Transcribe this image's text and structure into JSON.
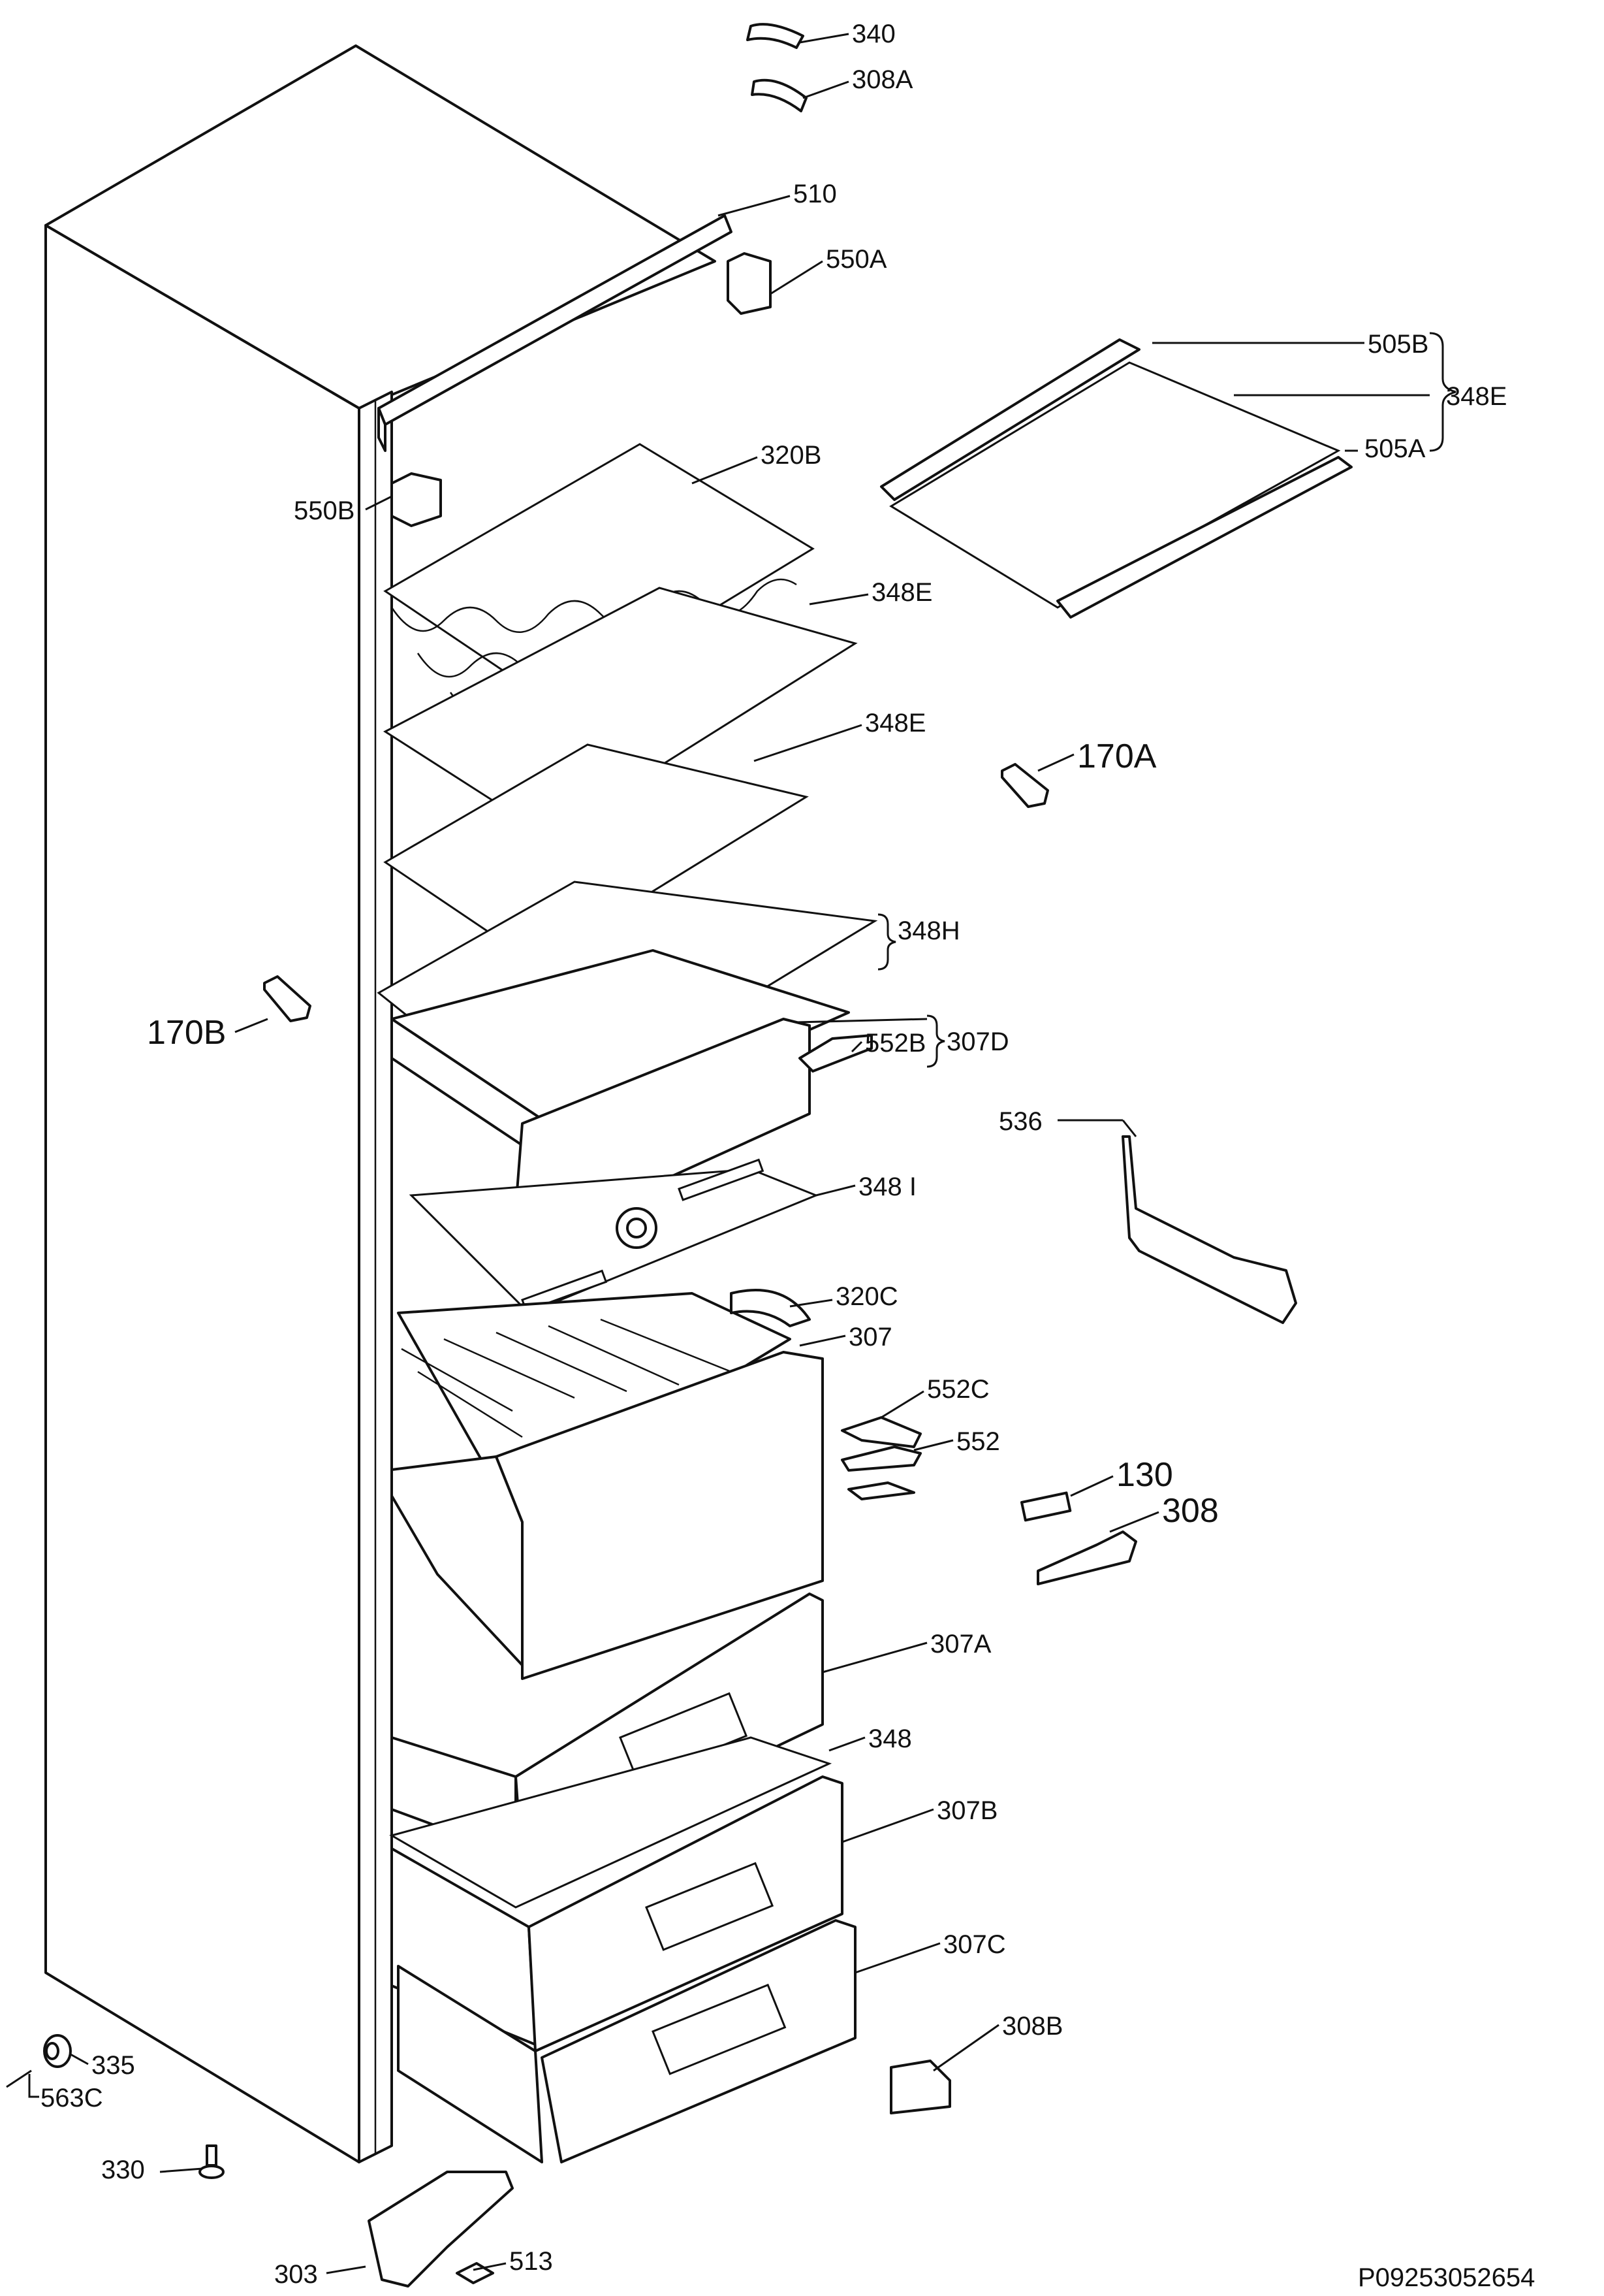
{
  "labels": {
    "p340": "340",
    "p308a": "308A",
    "p510": "510",
    "p550a": "550A",
    "p505b": "505B",
    "p348e_group": "348E",
    "p505a": "505A",
    "p320b": "320B",
    "p550b": "550B",
    "p348e_1": "348E",
    "p348e_2": "348E",
    "p170a": "170A",
    "p348h": "348H",
    "p170b": "170B",
    "p552b": "552B",
    "p307d": "307D",
    "p536": "536",
    "p348i": "348 I",
    "p320c": "320C",
    "p307": "307",
    "p552c": "552C",
    "p552": "552",
    "p130": "130",
    "p308": "308",
    "p307a": "307A",
    "p348": "348",
    "p307b": "307B",
    "p307c": "307C",
    "p308b": "308B",
    "p335": "335",
    "p563c": "563C",
    "p330": "330",
    "p303": "303",
    "p513": "513"
  },
  "footer": {
    "code": "P09253052654"
  }
}
